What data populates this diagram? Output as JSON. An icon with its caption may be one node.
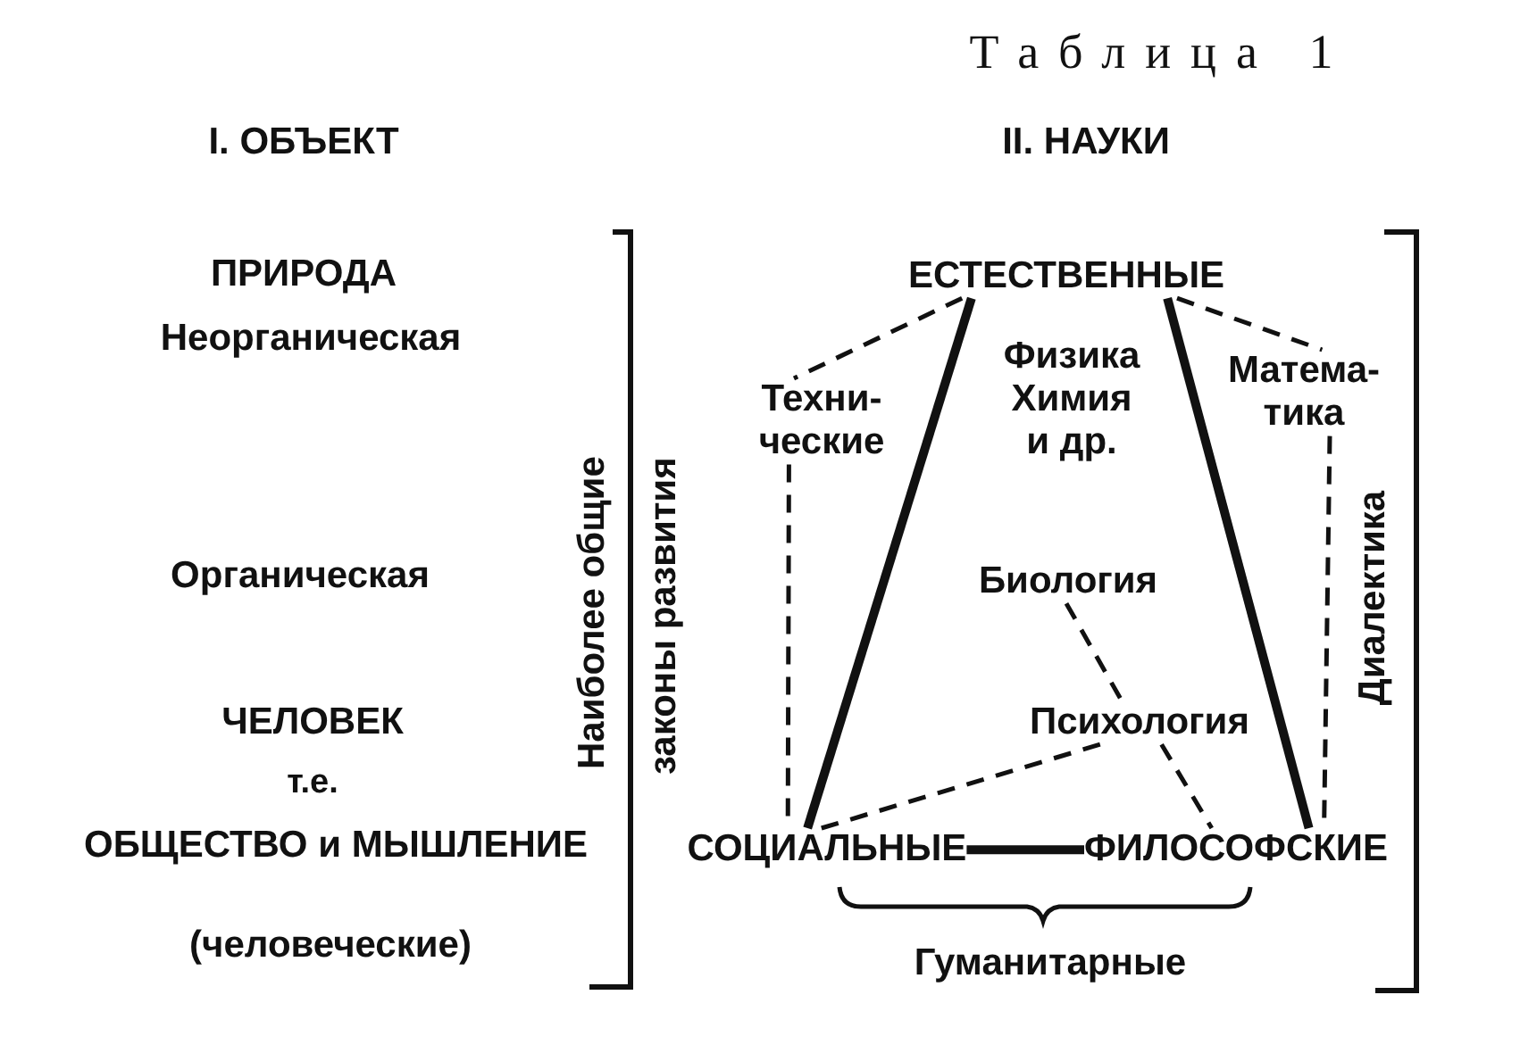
{
  "diagram": {
    "title": "Таблица 1",
    "nodes": [
      {
        "text": [
          "ЕСТЕСТВЕННЫЕ"
        ]
      },
      {
        "text": [
          "Техни- ческие"
        ]
      },
      {
        "text": [
          "Матема- тика"
        ]
      },
      {
        "text": [
          "Биология"
        ]
      },
      {
        "text": [
          "Психология"
        ]
      },
      {
        "text": [
          "СОЦИАЛЬНЫЕ"
        ]
      },
      {
        "text": [
          "ФИЛОСОФСКИЕ"
        ]
      }
    ],
    "edges": [
      {
        "from": 0,
        "to": 1,
        "arrow": "none",
        "style": "dashed"
      },
      {
        "from": 1,
        "to": 5,
        "arrow": "none",
        "style": "dashed"
      },
      {
        "from": 0,
        "to": 5,
        "arrow": "none",
        "style": "thick"
      },
      {
        "from": 0,
        "to": 2,
        "arrow": "none",
        "style": "dashed"
      },
      {
        "from": 0,
        "to": 6,
        "arrow": "none",
        "style": "thick"
      },
      {
        "from": 2,
        "to": 6,
        "arrow": "none",
        "style": "dashed"
      },
      {
        "from": 5,
        "to": 6,
        "arrow": "none",
        "style": "thick"
      },
      {
        "from": 3,
        "to": 4,
        "arrow": "none",
        "style": "dashed"
      },
      {
        "from": 4,
        "to": 6,
        "arrow": "none",
        "style": "dashed"
      },
      {
        "from": 4,
        "to": 5,
        "arrow": "none",
        "style": "dashed"
      }
    ],
    "labels": [
      "I. ОБЪЕКТ",
      "II. НАУКИ",
      "ПРИРОДА",
      "Неорганическая",
      "Физика Химия и др.",
      "Органическая",
      "Наиболее общие законы развития",
      "Диалектика",
      "ЧЕЛОВЕК",
      "т.е.",
      "ОБЩЕСТВО и МЫШЛЕНИЕ",
      "(человеческие)",
      "Гуманитарные"
    ]
  }
}
